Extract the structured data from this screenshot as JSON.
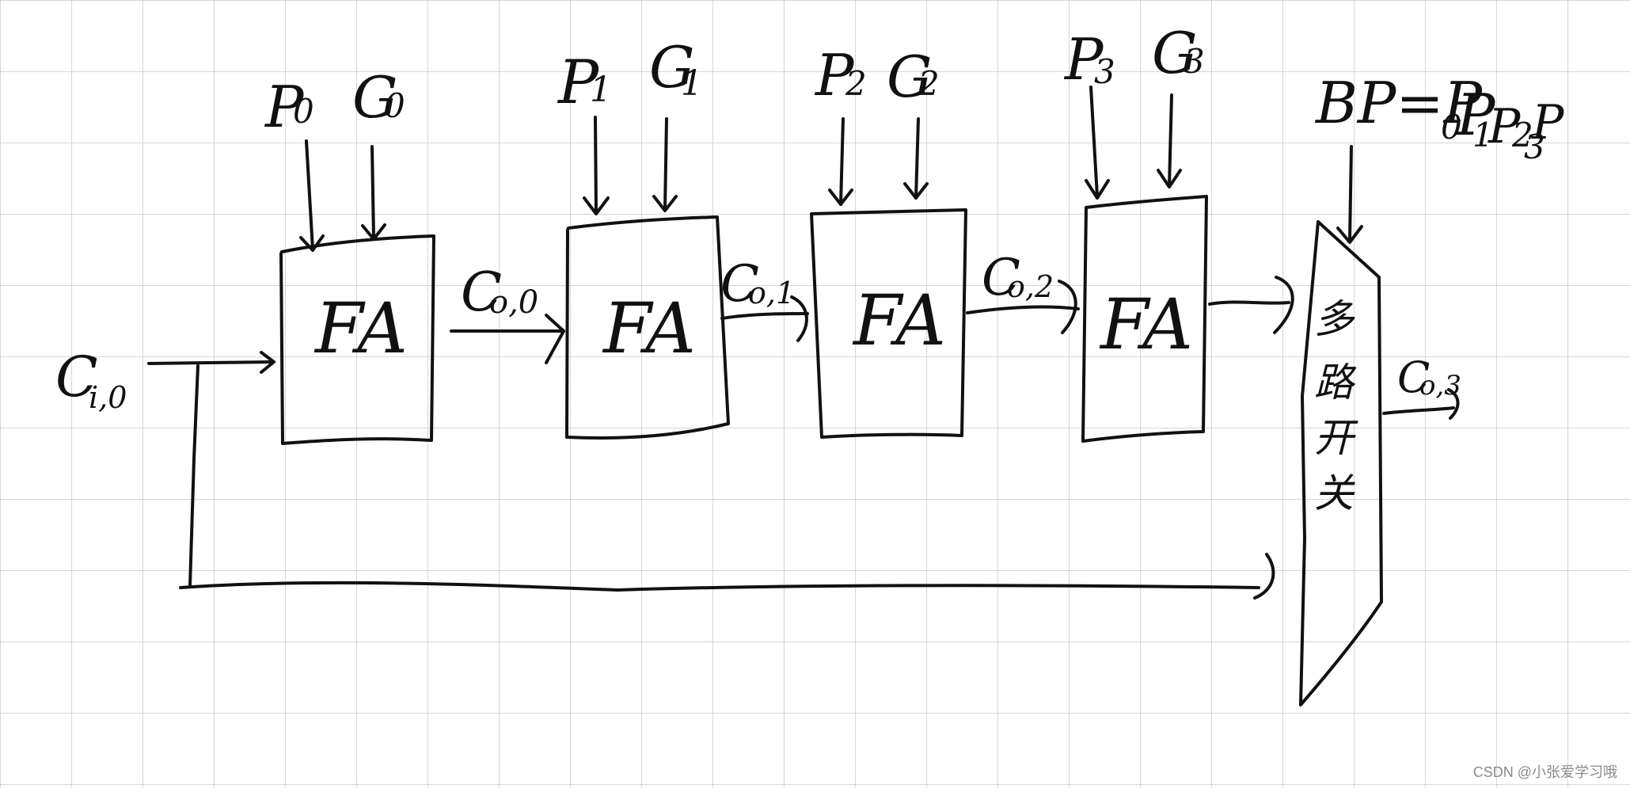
{
  "diagram": {
    "carry_in": "C",
    "carry_in_subscript": "i,0",
    "adders": [
      {
        "label": "FA",
        "p": "P",
        "p_sub": "0",
        "g": "G",
        "g_sub": "0"
      },
      {
        "label": "FA",
        "p": "P",
        "p_sub": "1",
        "g": "G",
        "g_sub": "1"
      },
      {
        "label": "FA",
        "p": "P",
        "p_sub": "2",
        "g": "G",
        "g_sub": "2"
      },
      {
        "label": "FA",
        "p": "P",
        "p_sub": "3",
        "g": "G",
        "g_sub": "3"
      }
    ],
    "carries": [
      {
        "label": "C",
        "sub": "o,0"
      },
      {
        "label": "C",
        "sub": "o,1"
      },
      {
        "label": "C",
        "sub": "o,2"
      }
    ],
    "bypass": {
      "label": "BP=P",
      "terms": [
        "0",
        "1",
        "2",
        "3"
      ]
    },
    "mux": {
      "chars": [
        "多",
        "路",
        "开",
        "关"
      ]
    },
    "carry_out": "C",
    "carry_out_subscript": "o,3"
  },
  "watermark": "CSDN @小张爱学习哦",
  "colors": {
    "ink": "#111111",
    "grid": "#c8c8c8",
    "background": "#ffffff"
  }
}
